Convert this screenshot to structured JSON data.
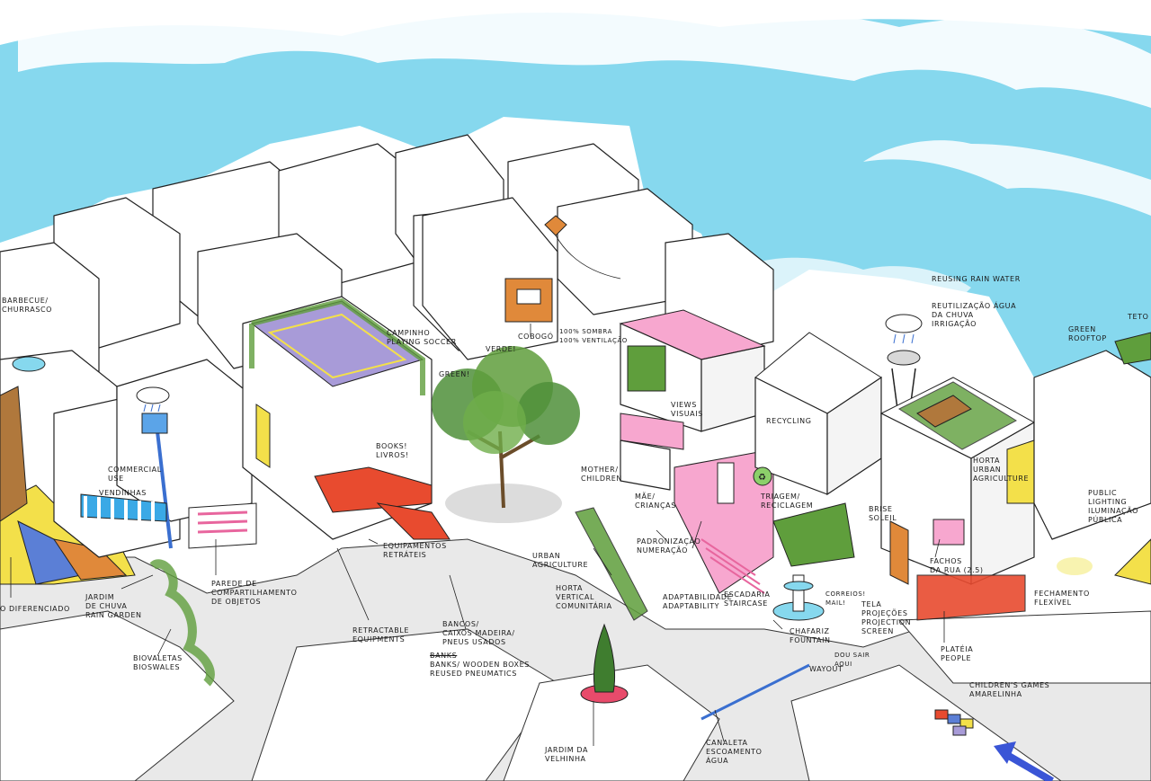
{
  "labels": {
    "barbecue": [
      "BARBECUE/",
      "CHURRASCO"
    ],
    "commercial": [
      "COMMERCIAL",
      "USE"
    ],
    "vendinhas": "VENDINHAS",
    "diferenciado": "O DIFERENCIADO",
    "jardim_chuva": [
      "JARDIM",
      "DE CHUVA",
      "RAIN GARDEN"
    ],
    "biovaletas": [
      "BIOVALETAS",
      "BIOSWALES"
    ],
    "parede": [
      "PAREDE DE",
      "COMPARTILHAMENTO",
      "DE OBJETOS"
    ],
    "campinho": [
      "CAMPINHO",
      "PLAYING SOCCER"
    ],
    "books": [
      "BOOKS!",
      "LIVROS!"
    ],
    "equipamentos": [
      "EQUIPAMENTOS",
      "RETRÁTEIS"
    ],
    "retractable": [
      "RETRACTABLE",
      "EQUIPMENTS"
    ],
    "bancos": [
      "BANCOS/",
      "CAIXOS MADEIRA/",
      "PNEUS USADOS"
    ],
    "banks_strike": "BANKS",
    "banks": [
      "BANKS/ WOODEN BOXES",
      "REUSED PNEUMATICS"
    ],
    "cobogo": "COBOGÓ",
    "sombra": [
      "100% SOMBRA",
      "100% VENTILAÇÃO"
    ],
    "verde": "VERDE!",
    "green": "GREEN!",
    "mother": [
      "MOTHER/",
      "CHILDREN"
    ],
    "mae": [
      "MÃE/",
      "CRIANÇAS"
    ],
    "urban_agri": [
      "URBAN",
      "AGRICULTURE"
    ],
    "horta_vertical": [
      "HORTA",
      "VERTICAL",
      "COMUNITÁRIA"
    ],
    "views": [
      "VIEWS",
      "VISUAIS"
    ],
    "padronizacao": [
      "PADRONIZAÇÃO",
      "NUMERAÇÃO"
    ],
    "adaptabilidade": [
      "ADAPTABILIDADE",
      "ADAPTABILITY"
    ],
    "escadaria": [
      "ESCADARIA",
      "STAIRCASE"
    ],
    "recycling": "RECYCLING",
    "triagem": [
      "TRIAGEM/",
      "RECICLAGEM"
    ],
    "correios": [
      "CORREIOS!",
      "MAIL!"
    ],
    "chafariz": [
      "CHAFARIZ",
      "FOUNTAIN"
    ],
    "wayout": "WAYOUT",
    "dou_sair": [
      "DOU SAIR",
      "AQUI"
    ],
    "canaleta": [
      "CANALETA",
      "ESCOAMENTO",
      "ÁGUA"
    ],
    "jardim_velhinha": [
      "JARDIM DA",
      "VELHINHA"
    ],
    "reusing": "REUSING RAIN WATER",
    "reutilizacao": [
      "REUTILIZAÇÃO ÁGUA",
      "DA CHUVA",
      "IRRIGAÇÃO"
    ],
    "green_rooftop": [
      "GREEN",
      "ROOFTOP"
    ],
    "teto": "TETO V",
    "horta": [
      "HORTA",
      "URBAN",
      "AGRICULTURE"
    ],
    "brise": [
      "BRISE",
      "SOLEIL"
    ],
    "fachos": [
      "FACHOS",
      "DA RUA (2.5)"
    ],
    "tela": [
      "TELA",
      "PROJEÇÕES",
      "PROJECTION",
      "SCREEN"
    ],
    "fechamento": [
      "FECHAMENTO",
      "FLEXÍVEL"
    ],
    "plateia": [
      "PLATÉIA",
      "PEOPLE"
    ],
    "public_lighting": [
      "PUBLIC",
      "LIGHTING",
      "ILUMINAÇÃO",
      "PÚBLICA"
    ],
    "childrens_games": [
      "CHILDREN'S GAMES",
      "AMARELINHA"
    ]
  },
  "colors": {
    "sky": "#86d8ee",
    "cloud": "#ffffff",
    "pink": "#f7a7cf",
    "magenta": "#e8669e",
    "red": "#e84b2f",
    "yellow": "#f3e04a",
    "green": "#5f9e3c",
    "tree": "#4f8f3a",
    "purple": "#a89bd8",
    "orange": "#e0893a",
    "ground": "#e8e8e8",
    "blue_arrow": "#3a55d6"
  },
  "icons": {
    "recycle": "recycle-icon",
    "kite": "kite-icon",
    "cloud": "rain-cloud-icon",
    "arrow": "arrow-icon"
  }
}
